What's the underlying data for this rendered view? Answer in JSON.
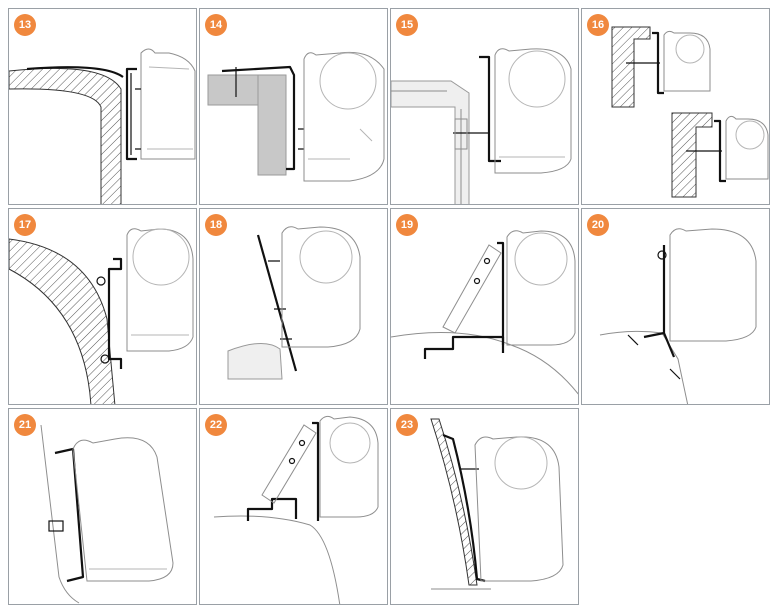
{
  "panels": [
    {
      "number": "13"
    },
    {
      "number": "14"
    },
    {
      "number": "15"
    },
    {
      "number": "16"
    },
    {
      "number": "17"
    },
    {
      "number": "18"
    },
    {
      "number": "19"
    },
    {
      "number": "20"
    },
    {
      "number": "21"
    },
    {
      "number": "22"
    },
    {
      "number": "23"
    }
  ],
  "colors": {
    "badge": "#f0883e",
    "border": "#9aa0a6",
    "bracket": "#111111",
    "awning_outline": "#8e8e8e",
    "wall_fill": "#c8c8c8"
  }
}
